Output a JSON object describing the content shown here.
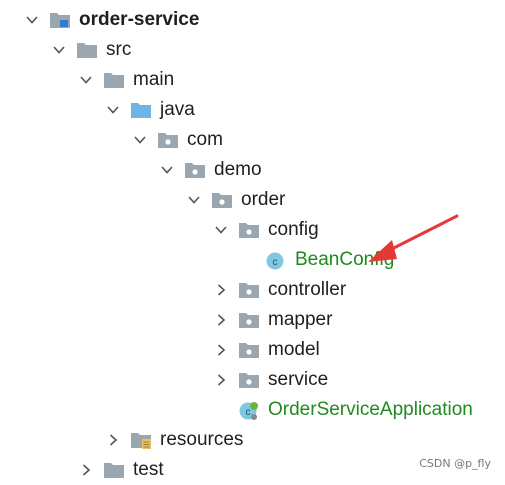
{
  "tree": [
    {
      "key": "root",
      "label": "order-service",
      "depth": 0,
      "expanded": true,
      "icon": "module-folder-icon",
      "bold": true
    },
    {
      "key": "src",
      "label": "src",
      "depth": 1,
      "expanded": true,
      "icon": "folder-icon"
    },
    {
      "key": "main",
      "label": "main",
      "depth": 2,
      "expanded": true,
      "icon": "folder-icon"
    },
    {
      "key": "java",
      "label": "java",
      "depth": 3,
      "expanded": true,
      "icon": "source-folder-icon"
    },
    {
      "key": "com",
      "label": "com",
      "depth": 4,
      "expanded": true,
      "icon": "package-icon"
    },
    {
      "key": "demo",
      "label": "demo",
      "depth": 5,
      "expanded": true,
      "icon": "package-icon"
    },
    {
      "key": "order",
      "label": "order",
      "depth": 6,
      "expanded": true,
      "icon": "package-icon"
    },
    {
      "key": "config",
      "label": "config",
      "depth": 7,
      "expanded": true,
      "icon": "package-icon"
    },
    {
      "key": "beanconfig",
      "label": "BeanConfig",
      "depth": 8,
      "leaf": true,
      "icon": "class-icon",
      "green": true
    },
    {
      "key": "controller",
      "label": "controller",
      "depth": 7,
      "expanded": false,
      "icon": "package-icon"
    },
    {
      "key": "mapper",
      "label": "mapper",
      "depth": 7,
      "expanded": false,
      "icon": "package-icon"
    },
    {
      "key": "model",
      "label": "model",
      "depth": 7,
      "expanded": false,
      "icon": "package-icon"
    },
    {
      "key": "service",
      "label": "service",
      "depth": 7,
      "expanded": false,
      "icon": "package-icon"
    },
    {
      "key": "orderserviceapplication",
      "label": "OrderServiceApplication",
      "depth": 7,
      "leaf": true,
      "icon": "spring-boot-class-icon",
      "green": true
    },
    {
      "key": "resources",
      "label": "resources",
      "depth": 3,
      "expanded": false,
      "icon": "resources-folder-icon"
    },
    {
      "key": "test",
      "label": "test",
      "depth": 2,
      "expanded": false,
      "icon": "folder-icon"
    }
  ],
  "colors": {
    "folder": "#9aa7b0",
    "source_folder": "#6fb4e6",
    "class_circle": "#7ec8e3",
    "green_text": "#1f8a1f",
    "arrow": "#e53935"
  },
  "watermark": "CSDN @p_fly"
}
